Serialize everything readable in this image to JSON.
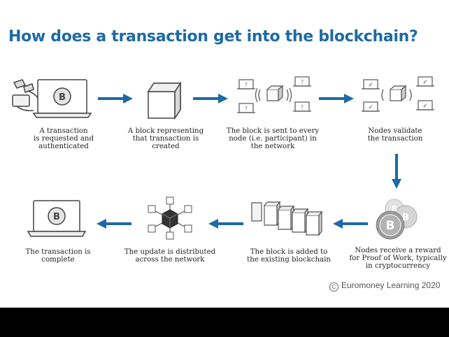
{
  "title": "How does a transaction get into the blockchain?",
  "steps": [
    {
      "label": "A transaction\nis requested and\nauthenticated",
      "icon": "laptop-bitcoin-icon"
    },
    {
      "label": "A block representing\nthat transaction is\ncreated",
      "icon": "cube-icon"
    },
    {
      "label": "The block is sent to every\nnode (i.e. participant) in\nthe network",
      "icon": "broadcast-network-icon"
    },
    {
      "label": "Nodes validate\nthe transaction",
      "icon": "validate-network-icon"
    },
    {
      "label": "Nodes receive a reward\nfor Proof of Work, typically\nin cryptocurrency",
      "icon": "coins-icon"
    },
    {
      "label": "The block is added to\nthe existing blockchain",
      "icon": "chain-blocks-icon"
    },
    {
      "label": "The update is distributed\nacross the network",
      "icon": "distributed-cubes-icon"
    },
    {
      "label": "The transaction is\ncomplete",
      "icon": "laptop-complete-icon"
    }
  ],
  "credit": {
    "symbol": "C",
    "text": "Euromoney Learning 2020"
  },
  "colors": {
    "accent": "#1d6aa5",
    "text": "#222222"
  },
  "coin_symbol": "B",
  "screen_symbol": "?",
  "check_symbol": "✓"
}
